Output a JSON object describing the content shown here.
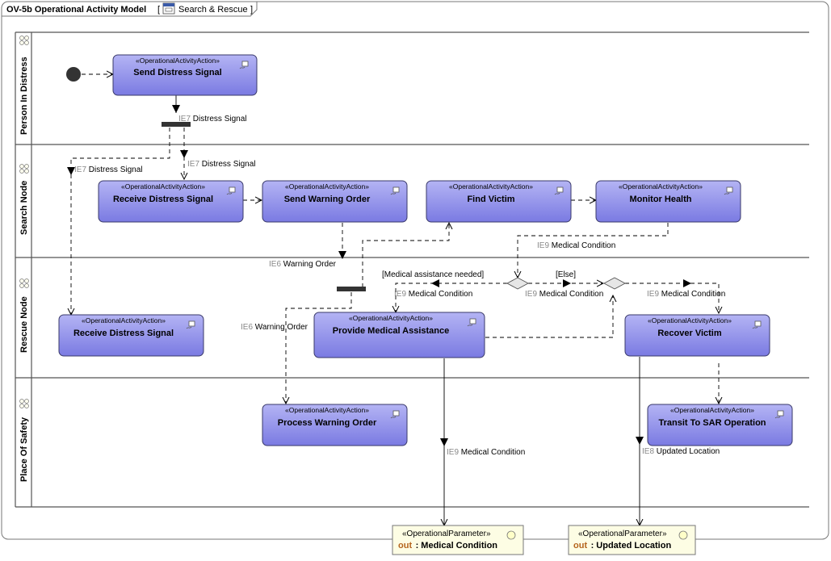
{
  "frame": {
    "title": "OV-5b Operational Activity Model",
    "bracket_open": "[",
    "context": "Search & Rescue",
    "bracket_close": "]",
    "context_icon": "activity-diagram-icon"
  },
  "lanes": [
    {
      "id": "person",
      "label": "Person In Distress"
    },
    {
      "id": "search",
      "label": "Search Node"
    },
    {
      "id": "rescue",
      "label": "Rescue Node"
    },
    {
      "id": "safety",
      "label": "Place Of Safety"
    }
  ],
  "stereotype_action": "«OperationalActivityAction»",
  "actions": {
    "send_distress": "Send Distress Signal",
    "receive_search": "Receive Distress Signal",
    "send_warning": "Send Warning Order",
    "find_victim": "Find Victim",
    "monitor_health": "Monitor Health",
    "receive_rescue": "Receive Distress Signal",
    "provide_medical": "Provide Medical Assistance",
    "recover_victim": "Recover Victim",
    "process_warning": "Process Warning Order",
    "transit_sar": "Transit To SAR Operation"
  },
  "flows": {
    "ie7_fork": {
      "id": "IE7",
      "text": "Distress Signal"
    },
    "ie7_left": {
      "id": "IE7",
      "text": "Distress Signal"
    },
    "ie7_right": {
      "id": "IE7",
      "text": "Distress Signal"
    },
    "ie9_monitor": {
      "id": "IE9",
      "text": "Medical Condition"
    },
    "ie6_fork": {
      "id": "IE6",
      "text": "Warning Order"
    },
    "ie6_process": {
      "id": "IE6",
      "text": "Warning Order"
    },
    "ie9_provide": {
      "id": "IE9",
      "text": "Medical Condition"
    },
    "ie9_decision": {
      "id": "IE9",
      "text": "Medical Condition"
    },
    "ie9_recover": {
      "id": "IE9",
      "text": "Medical Condition"
    },
    "ie9_out": {
      "id": "IE9",
      "text": "Medical Condition"
    },
    "ie8_out": {
      "id": "IE8",
      "text": "Updated Location"
    }
  },
  "guards": {
    "medical": "[Medical assistance needed]",
    "else": "[Else]"
  },
  "parameters": {
    "stereotype": "«OperationalParameter»",
    "direction": "out",
    "medical": ": Medical Condition",
    "location": ": Updated Location"
  },
  "colors": {
    "action_fill_top": "#aaaaf2",
    "action_fill_bottom": "#7f7fe4",
    "action_border": "#3a3a6a",
    "param_fill": "#fdfde4",
    "param_direction": "#b5651d"
  }
}
